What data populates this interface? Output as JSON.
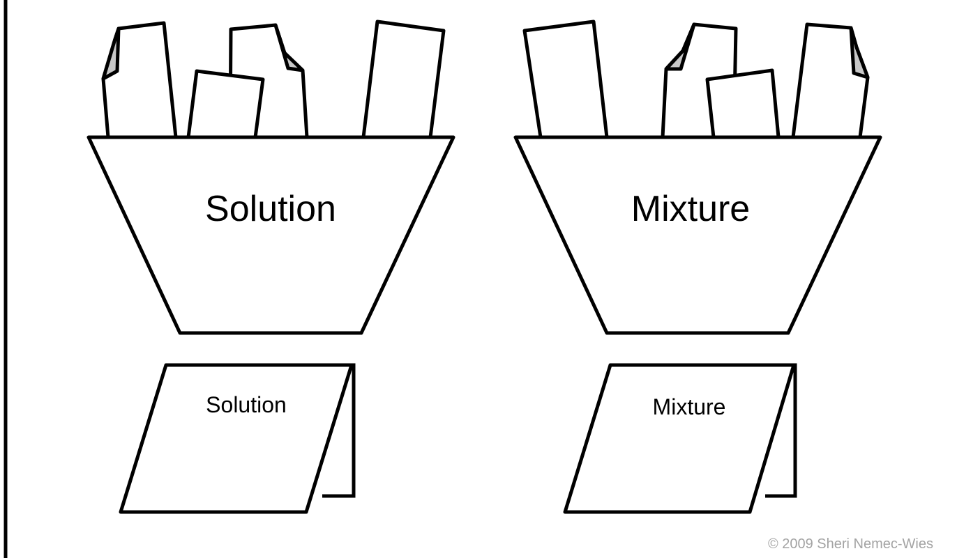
{
  "funnels": [
    {
      "label": "Solution"
    },
    {
      "label": "Mixture"
    }
  ],
  "cards": [
    {
      "label": "Solution"
    },
    {
      "label": "Mixture"
    }
  ],
  "footer": {
    "copyright": "© 2009 Sheri Nemec-Wies"
  },
  "colors": {
    "ink": "#000000",
    "fold": "#c8c8c8",
    "copyright": "#a3a3a3"
  }
}
